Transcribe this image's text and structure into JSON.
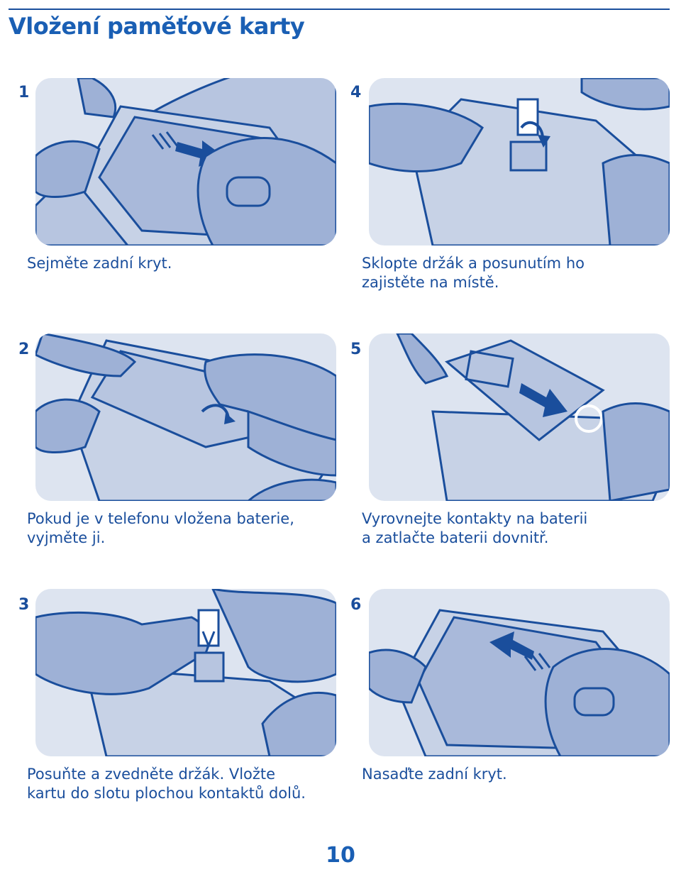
{
  "page": {
    "title": "Vložení paměťové karty",
    "page_number": "10"
  },
  "colors": {
    "accent": "#1a5fb4",
    "ink": "#1a4e9c",
    "panel": "#dde4f0",
    "hand": "#9eb1d6",
    "device": "#c7d2e6"
  },
  "steps": [
    {
      "number": "1",
      "caption_lines": [
        "Sejměte zadní kryt."
      ],
      "illustration": "remove-back-cover"
    },
    {
      "number": "2",
      "caption_lines": [
        "Pokud je v telefonu vložena baterie,",
        "vyjměte ji."
      ],
      "illustration": "remove-battery"
    },
    {
      "number": "3",
      "caption_lines": [
        "Posuňte a zvedněte držák. Vložte",
        "kartu do slotu plochou kontaktů dolů."
      ],
      "illustration": "insert-card"
    },
    {
      "number": "4",
      "caption_lines": [
        "Sklopte držák a posunutím ho",
        "zajistěte na místě."
      ],
      "illustration": "lock-holder"
    },
    {
      "number": "5",
      "caption_lines": [
        "Vyrovnejte kontakty na baterii",
        "a zatlačte baterii dovnitř."
      ],
      "illustration": "insert-battery"
    },
    {
      "number": "6",
      "caption_lines": [
        "Nasaďte zadní kryt."
      ],
      "illustration": "replace-back-cover"
    }
  ]
}
